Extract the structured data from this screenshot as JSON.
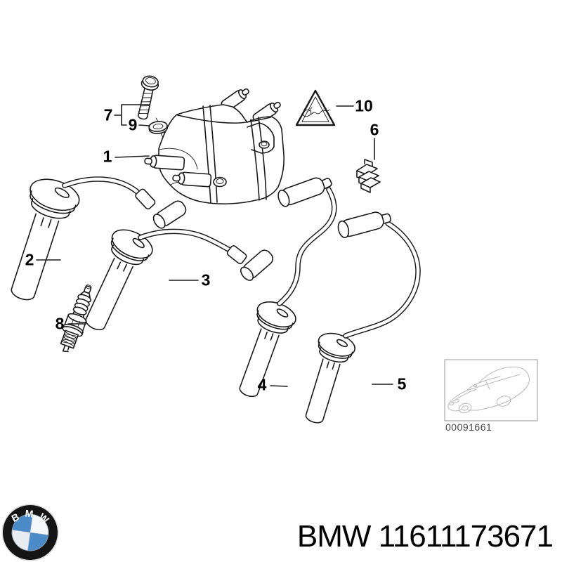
{
  "diagram": {
    "callouts": [
      {
        "label": "1"
      },
      {
        "label": "2"
      },
      {
        "label": "3"
      },
      {
        "label": "4"
      },
      {
        "label": "5"
      },
      {
        "label": "6"
      },
      {
        "label": "7"
      },
      {
        "label": "8"
      },
      {
        "label": "9"
      },
      {
        "label": "10"
      }
    ],
    "thumbnail": {
      "code": "00091661"
    }
  },
  "footer": {
    "logo_letters": "BMW",
    "text": "BMW 11611173671"
  },
  "colors": {
    "line": "#1a1a1a",
    "faint_line": "#b9b9b9",
    "thumb_border": "#9a9a9a",
    "code_text": "#474747",
    "bmw_blue": "#4b8bc8",
    "logo_ring": "#141414"
  }
}
